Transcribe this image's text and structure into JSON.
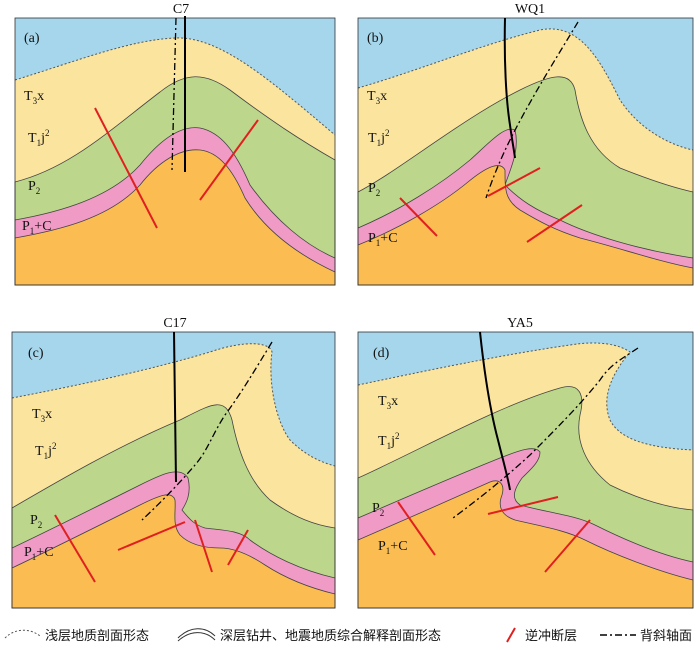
{
  "colors": {
    "sky": "#a6d6ec",
    "t3x": "#fbe49e",
    "t1j2": "#fbe49e",
    "p2": "#bcd78b",
    "pink": "#f09ac6",
    "p1c": "#fbbd52",
    "fault": "#e02020",
    "well": "#000000"
  },
  "panels": [
    {
      "id": "(a)",
      "well": "C7",
      "layers": {
        "t3x": "T",
        "t3x_sub": "3",
        "t3x_tail": "x",
        "t1j2": "T",
        "t1j2_sub": "1",
        "t1j2_mid": "j",
        "t1j2_sup": "2",
        "p2": "P",
        "p2_sub": "2",
        "p1c": "P",
        "p1c_sub": "1",
        "p1c_tail": "+C"
      }
    },
    {
      "id": "(b)",
      "well": "WQ1",
      "layers": {
        "t3x": "T",
        "t3x_sub": "3",
        "t3x_tail": "x",
        "t1j2": "T",
        "t1j2_sub": "1",
        "t1j2_mid": "j",
        "t1j2_sup": "2",
        "p2": "P",
        "p2_sub": "2",
        "p1c": "P",
        "p1c_sub": "1",
        "p1c_tail": "+C"
      }
    },
    {
      "id": "(c)",
      "well": "C17",
      "layers": {
        "t3x": "T",
        "t3x_sub": "3",
        "t3x_tail": "x",
        "t1j2": "T",
        "t1j2_sub": "1",
        "t1j2_mid": "j",
        "t1j2_sup": "2",
        "p2": "P",
        "p2_sub": "2",
        "p1c": "P",
        "p1c_sub": "1",
        "p1c_tail": "+C"
      }
    },
    {
      "id": "(d)",
      "well": "YA5",
      "layers": {
        "t3x": "T",
        "t3x_sub": "3",
        "t3x_tail": "x",
        "t1j2": "T",
        "t1j2_sub": "1",
        "t1j2_mid": "j",
        "t1j2_sup": "2",
        "p2": "P",
        "p2_sub": "2",
        "p1c": "P",
        "p1c_sub": "1",
        "p1c_tail": "+C"
      }
    }
  ],
  "legend": {
    "shallow": "浅层地质剖面形态",
    "deep": "深层钻井、地震地质综合解释剖面形态",
    "thrust": "逆冲断层",
    "axis": "背斜轴面"
  }
}
